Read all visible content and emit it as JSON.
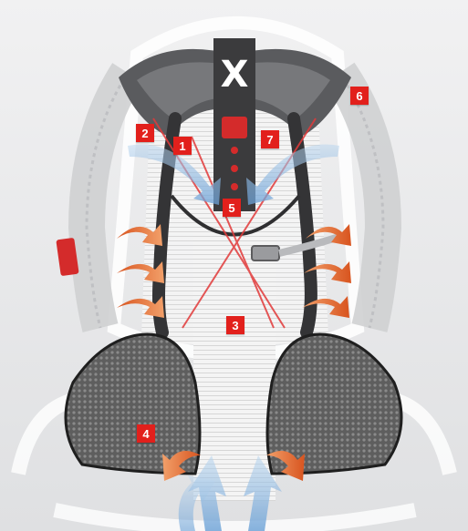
{
  "figure": {
    "strap_letter": "X",
    "markers": [
      {
        "id": "marker-1",
        "label": "1"
      },
      {
        "id": "marker-2",
        "label": "2"
      },
      {
        "id": "marker-3",
        "label": "3"
      },
      {
        "id": "marker-4",
        "label": "4"
      },
      {
        "id": "marker-5",
        "label": "5"
      },
      {
        "id": "marker-6",
        "label": "6"
      },
      {
        "id": "marker-7",
        "label": "7"
      }
    ]
  },
  "colors": {
    "marker": "#e2201c",
    "airflow_cool": "#7aa9d8",
    "airflow_warm": "#e0642c",
    "mesh": "#6f6f6f",
    "harness": "#3a3a3a"
  }
}
